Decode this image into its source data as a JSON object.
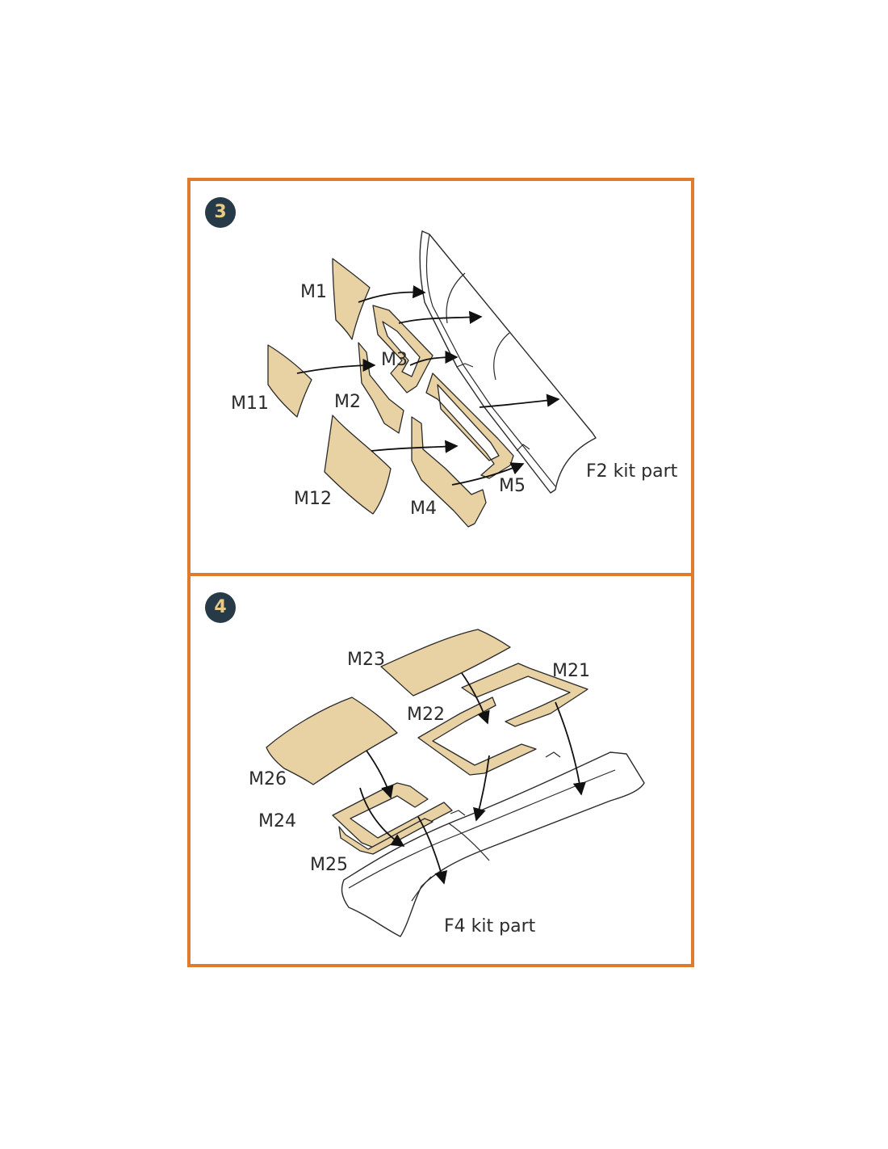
{
  "steps": [
    {
      "number": "3",
      "labels": {
        "m1": "M1",
        "m3": "M3",
        "m11": "M11",
        "m2": "M2",
        "m12": "M12",
        "m4": "M4",
        "m5": "M5",
        "kit_part": "F2 kit part"
      }
    },
    {
      "number": "4",
      "labels": {
        "m23": "M23",
        "m21": "M21",
        "m22": "M22",
        "m26": "M26",
        "m24": "M24",
        "m25": "M25",
        "kit_part": "F4 kit part"
      }
    }
  ],
  "colors": {
    "border": "#e07b2e",
    "mask_fill": "#e8d2a4",
    "badge_bg": "#263a48",
    "badge_text": "#e8ca85",
    "outline": "#2a2a2a"
  }
}
